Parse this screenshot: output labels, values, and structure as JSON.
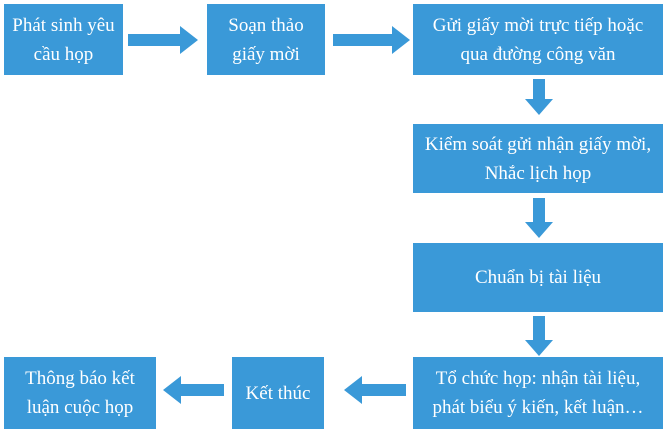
{
  "steps": [
    {
      "id": "step1",
      "lines": [
        "Phát sinh yêu",
        "cầu họp"
      ]
    },
    {
      "id": "step2",
      "lines": [
        "Soạn thảo",
        "giấy mời"
      ]
    },
    {
      "id": "step3",
      "lines": [
        "Gửi giấy mời trực tiếp hoặc",
        "qua đường công văn"
      ]
    },
    {
      "id": "step4",
      "lines": [
        "Kiểm soát gửi nhận giấy mời,",
        "Nhắc lịch họp"
      ]
    },
    {
      "id": "step5",
      "lines": [
        "Chuẩn bị tài liệu"
      ]
    },
    {
      "id": "step6",
      "lines": [
        "Tổ chức họp: nhận tài liệu,",
        "phát biểu ý kiến, kết luận…"
      ]
    },
    {
      "id": "step7",
      "lines": [
        "Kết thúc"
      ]
    },
    {
      "id": "step8",
      "lines": [
        "Thông báo kết",
        "luận cuộc họp"
      ]
    }
  ],
  "colors": {
    "box_fill": "#3a99d8",
    "arrow_fill": "#3a99d8",
    "text": "#ffffff"
  }
}
